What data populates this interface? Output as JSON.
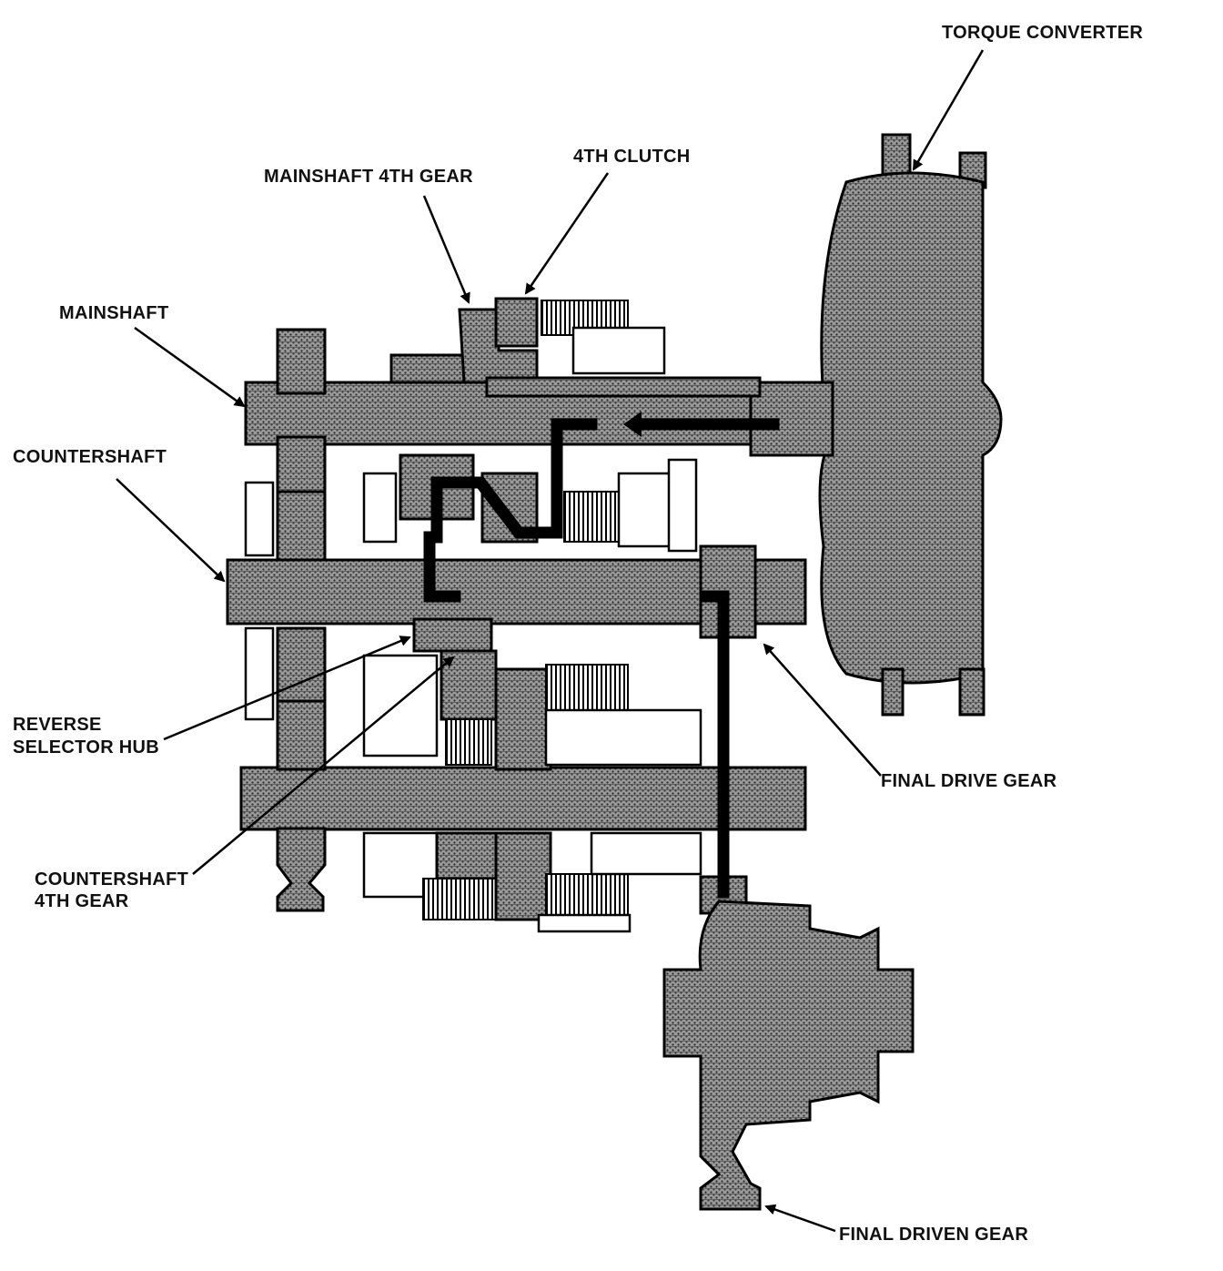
{
  "labels": {
    "torque_converter": "TORQUE CONVERTER",
    "fourth_clutch": "4TH CLUTCH",
    "mainshaft_4th_gear": "MAINSHAFT 4TH GEAR",
    "mainshaft": "MAINSHAFT",
    "countershaft": "COUNTERSHAFT",
    "reverse_selector_hub_line1": "REVERSE",
    "reverse_selector_hub_line2": "SELECTOR HUB",
    "final_drive_gear": "FINAL DRIVE GEAR",
    "countershaft_4th_gear_line1": "COUNTERSHAFT",
    "countershaft_4th_gear_line2": "4TH GEAR",
    "final_driven_gear": "FINAL DRIVEN GEAR"
  },
  "colors": {
    "ink": "#000000",
    "stipple_fill": "#8a8a8a",
    "background": "#ffffff"
  }
}
